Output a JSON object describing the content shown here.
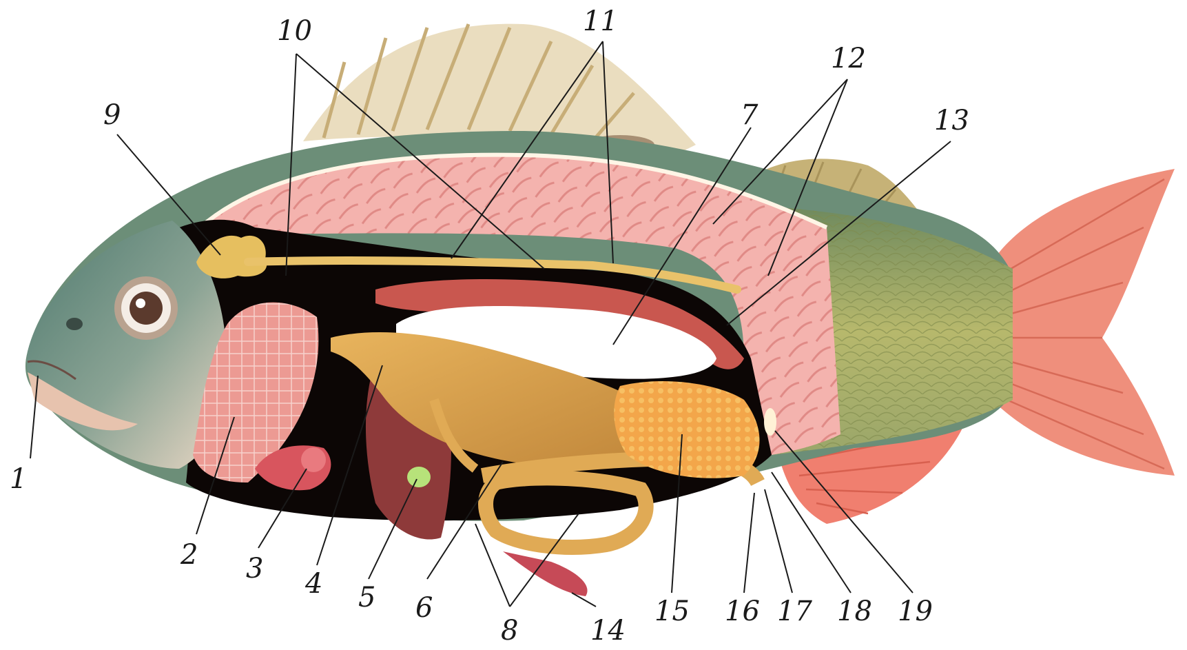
{
  "diagram": {
    "labels": [
      "1",
      "2",
      "3",
      "4",
      "5",
      "6",
      "7",
      "8",
      "9",
      "10",
      "11",
      "12",
      "13",
      "14",
      "15",
      "16",
      "17",
      "18",
      "19"
    ]
  },
  "colors": {
    "background": "#ffffff",
    "muscle": "#f1a7a3",
    "muscle_stripe": "#e07c7a",
    "dark_cavity": "#0c0605",
    "swim_bladder": "#ffffff",
    "kidney": "#c9574f",
    "spine": "#e7c46a",
    "gut": "#d9a24a",
    "gonad": "#f2a04b",
    "gills": "#e98a86",
    "liver": "#8e3a3a",
    "head_skin": "#5f8270",
    "scales": "#a9ad67",
    "fins": "#e88a73",
    "dorsal_fin": "#d6c08e",
    "gall_bladder": "#b7e27a"
  }
}
